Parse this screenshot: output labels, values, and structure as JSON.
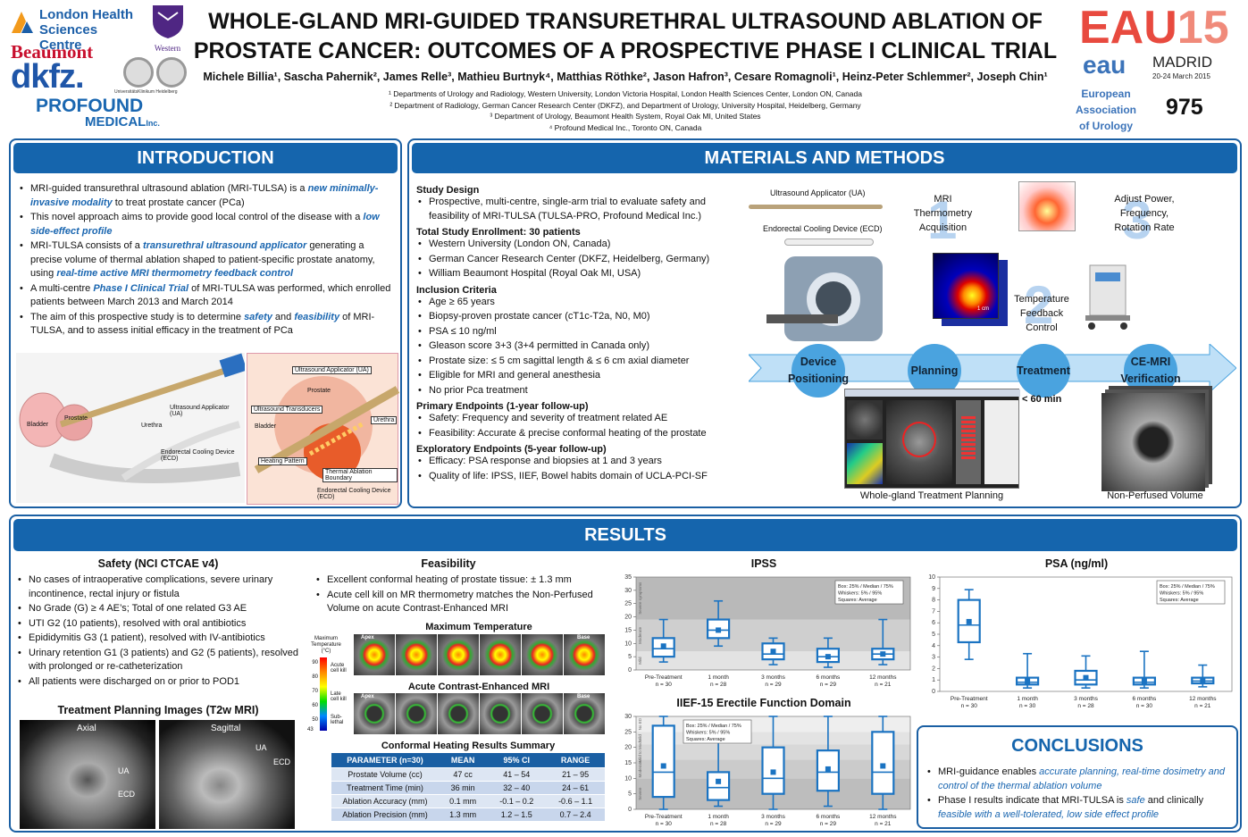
{
  "title": "WHOLE-GLAND MRI-GUIDED TRANSURETHRAL ULTRASOUND ABLATION OF PROSTATE CANCER: OUTCOMES OF A PROSPECTIVE PHASE I CLINICAL TRIAL",
  "authors": "Michele Billia¹, Sascha Pahernik², James Relle³, Mathieu Burtnyk⁴, Matthias Röthke², Jason Hafron³, Cesare Romagnoli¹, Heinz-Peter Schlemmer², Joseph Chin¹",
  "affiliations": [
    "¹ Departments of Urology and Radiology, Western University, London Victoria Hospital, London Health Sciences Center, London ON, Canada",
    "² Department of Radiology, German Cancer Research Center (DKFZ), and Department of Urology, University Hospital, Heidelberg, Germany",
    "³ Department of Urology, Beaumont Health System, Royal Oak MI, United States",
    "⁴ Profound Medical Inc., Toronto ON, Canada"
  ],
  "logos": {
    "lhsc1": "London Health",
    "lhsc2": "Sciences Centre",
    "western": "Western",
    "beaumont": "Beaumont",
    "dkfz": "dkfz.",
    "heidelberg": "UniversitätsKlinikum Heidelberg",
    "profound1": "PROFOUND",
    "profound2": "MEDICAL",
    "profound3": "Inc.",
    "eau_a": "EAU",
    "eau_b": "15",
    "madrid": "MADRID",
    "dates": "20-24 March 2015",
    "eau_small": "eau",
    "eau_org": [
      "European",
      "Association",
      "of Urology"
    ],
    "poster_no": "975"
  },
  "intro": {
    "heading": "INTRODUCTION",
    "b1a": "MRI-guided transurethral ultrasound ablation (MRI-TULSA) is a ",
    "b1b": "new minimally-invasive modality",
    "b1c": " to treat prostate cancer (PCa)",
    "b2a": "This novel approach aims to provide good local control of the disease with a ",
    "b2b": "low side-effect profile",
    "b3a": "MRI-TULSA consists of a ",
    "b3b": "transurethral ultrasound applicator",
    "b3c": " generating a precise volume of thermal ablation shaped to patient-specific prostate anatomy, using ",
    "b3d": "real-time active MRI thermometry feedback control",
    "b4a": "A multi-centre ",
    "b4b": "Phase I Clinical Trial",
    "b4c": " of MRI-TULSA was performed, which enrolled patients between March 2013 and March 2014",
    "b5a": "The aim of this prospective study is to determine ",
    "b5b": "safety",
    "b5c": " and ",
    "b5d": "feasibility",
    "b5e": " of MRI-TULSA, and to assess initial efficacy in the treatment of PCa",
    "fig_labels": {
      "bladder": "Bladder",
      "prostate": "Prostate",
      "urethra": "Urethra",
      "ua": "Ultrasound Applicator (UA)",
      "ecd": "Endorectal Cooling Device (ECD)",
      "ua2": "Ultrasound Applicator (UA)",
      "prostate2": "Prostate",
      "transducers": "Ultrasound Transducers",
      "bladder2": "Bladder",
      "urethra2": "Urethra",
      "heating": "Heating Pattern",
      "boundary": "Thermal Ablation Boundary",
      "ecd2": "Endorectal Cooling Device (ECD)"
    }
  },
  "methods": {
    "heading": "MATERIALS AND METHODS",
    "design_h": "Study Design",
    "design": [
      "Prospective, multi-centre, single-arm trial to evaluate safety and feasibility of MRI-TULSA (TULSA-PRO, Profound Medical Inc.)"
    ],
    "enroll_h": "Total Study Enrollment: 30 patients",
    "enroll": [
      "Western University (London ON, Canada)",
      "German Cancer Research Center (DKFZ, Heidelberg, Germany)",
      "William Beaumont Hospital (Royal Oak MI, USA)"
    ],
    "incl_h": "Inclusion Criteria",
    "incl": [
      "Age ≥ 65 years",
      "Biopsy-proven prostate cancer (cT1c-T2a, N0, M0)",
      "PSA ≤ 10 ng/ml",
      "Gleason score 3+3 (3+4 permitted in Canada only)",
      "Prostate size: ≤ 5 cm sagittal length & ≤ 6 cm axial diameter",
      "Eligible for MRI and general anesthesia",
      "No prior Pca treatment"
    ],
    "prim_h": "Primary Endpoints (1-year follow-up)",
    "prim": [
      "Safety: Frequency and severity of treatment related AE",
      "Feasibility: Accurate & precise conformal heating of the prostate"
    ],
    "expl_h": "Exploratory Endpoints (5-year follow-up)",
    "expl": [
      "Efficacy: PSA response and biopsies at 1 and 3 years",
      "Quality of life: IPSS, IIEF, Bowel habits domain of UCLA-PCI-SF"
    ],
    "ua_label": "Ultrasound Applicator (UA)",
    "ecd_label": "Endorectal Cooling Device (ECD)",
    "loop1": "MRI Thermometry Acquisition",
    "loop2": "Temperature Feedback Control",
    "loop3": "Adjust Power, Frequency, Rotation Rate",
    "n1": "1",
    "n2": "2",
    "n3": "3",
    "scale": "1 cm",
    "steps": [
      "Device Positioning",
      "Planning",
      "Treatment",
      "CE-MRI Verification"
    ],
    "time": "< 60 min",
    "cap1": "Whole-gland Treatment Planning",
    "cap2": "Non-Perfused Volume"
  },
  "results": {
    "heading": "RESULTS",
    "safety_h": "Safety (NCI CTCAE v4)",
    "safety": [
      "No cases of intraoperative complications, severe urinary incontinence, rectal injury or fistula",
      "No Grade (G) ≥ 4 AE’s; Total of one related G3 AE",
      "UTI G2 (10 patients), resolved with oral antibiotics",
      "Epididymitis G3 (1 patient), resolved with IV-antibiotics",
      "Urinary retention G1 (3 patients) and G2 (5 patients), resolved with prolonged or re-catheterization",
      "All patients were discharged on or prior to POD1"
    ],
    "planning_h": "Treatment Planning Images (T2w MRI)",
    "axial": "Axial",
    "sagittal": "Sagittal",
    "ua": "UA",
    "ecd": "ECD",
    "feas_h": "Feasibility",
    "feas": [
      "Excellent conformal heating of prostate tissue: ± 1.3 mm",
      "Acute cell kill on MR thermometry matches the Non-Perfused Volume on acute Contrast-Enhanced MRI"
    ],
    "maxtemp_h": "Maximum Temperature",
    "ce_h": "Acute Contrast-Enhanced MRI",
    "apex": "Apex",
    "base": "Base",
    "cbar_t": "Maximum Temperature (°C)",
    "cbar_ticks": [
      "90",
      "80",
      "70",
      "60",
      "50",
      "43"
    ],
    "cbar_l": [
      "Acute cell kill",
      "Late cell kill",
      "Sub-lethal"
    ],
    "table_h": "Conformal Heating Results Summary",
    "table_cols": [
      "PARAMETER (n=30)",
      "MEAN",
      "95% CI",
      "RANGE"
    ],
    "table_rows": [
      [
        "Prostate Volume (cc)",
        "47 cc",
        "41 – 54",
        "21 – 95"
      ],
      [
        "Treatment Time (min)",
        "36 min",
        "32 – 40",
        "24 – 61"
      ],
      [
        "Ablation Accuracy (mm)",
        "0.1 mm",
        "-0.1 – 0.2",
        "-0.6 – 1.1"
      ],
      [
        "Ablation Precision (mm)",
        "1.3 mm",
        "1.2 – 1.5",
        "0.7 – 2.4"
      ]
    ]
  },
  "conclusions": {
    "heading": "CONCLUSIONS",
    "c1a": "MRI-guidance enables ",
    "c1b": "accurate planning, real-time dosimetry and control of the thermal ablation volume",
    "c2a": "Phase I results indicate that MRI-TULSA is ",
    "c2b": "safe",
    "c2c": " and clinically ",
    "c2d": "feasible with a well-tolerated, low side effect profile"
  },
  "chart_data": [
    {
      "type": "box",
      "title": "IPSS",
      "categories": [
        "Pre-Treatment",
        "1 month",
        "3 months",
        "6 months",
        "12 months"
      ],
      "n": [
        "n = 30",
        "n = 28",
        "n = 29",
        "n = 29",
        "n = 21"
      ],
      "ylim": [
        0,
        35
      ],
      "yticks": [
        0,
        5,
        10,
        15,
        20,
        25,
        30,
        35
      ],
      "legend": [
        "Box: 25% / Median / 75%",
        "Whiskers: 5% / 95%",
        "Squares: Average"
      ],
      "bands": [
        "Mild",
        "Moderate",
        "Severe symptoms"
      ],
      "whisker_low": [
        3,
        9,
        2,
        1,
        2
      ],
      "q1": [
        5,
        12,
        4,
        3,
        4
      ],
      "median": [
        8,
        15,
        6,
        5,
        6
      ],
      "q3": [
        12,
        19,
        10,
        8,
        8
      ],
      "whisker_high": [
        19,
        26,
        12,
        12,
        19
      ],
      "mean": [
        9,
        15,
        7,
        5,
        6
      ]
    },
    {
      "type": "box",
      "title": "PSA (ng/ml)",
      "categories": [
        "Pre-Treatment",
        "1 month",
        "3 months",
        "6 months",
        "12 months"
      ],
      "n": [
        "n = 30",
        "n = 30",
        "n = 28",
        "n = 30",
        "n = 21"
      ],
      "ylim": [
        0,
        10
      ],
      "yticks": [
        0,
        1,
        2,
        3,
        4,
        5,
        6,
        7,
        8,
        9,
        10
      ],
      "legend": [
        "Box: 25% / Median / 75%",
        "Whiskers: 5% / 95%",
        "Squares: Average"
      ],
      "whisker_low": [
        2.8,
        0.3,
        0.3,
        0.3,
        0.4
      ],
      "q1": [
        4.3,
        0.6,
        0.6,
        0.6,
        0.7
      ],
      "median": [
        5.8,
        0.8,
        1.0,
        0.8,
        0.9
      ],
      "q3": [
        8.0,
        1.2,
        1.8,
        1.2,
        1.2
      ],
      "whisker_high": [
        8.9,
        3.3,
        3.1,
        3.5,
        2.3
      ],
      "mean": [
        6.1,
        0.9,
        1.2,
        0.9,
        0.9
      ]
    },
    {
      "type": "box",
      "title": "IIEF-15 Erectile Function Domain",
      "categories": [
        "Pre-Treatment",
        "1 month",
        "3 months",
        "6 months",
        "12 months"
      ],
      "n": [
        "n = 30",
        "n = 28",
        "n = 29",
        "n = 29",
        "n = 21"
      ],
      "ylim": [
        0,
        30
      ],
      "yticks": [
        0,
        5,
        10,
        15,
        20,
        25,
        30
      ],
      "legend": [
        "Box: 25% / Median / 75%",
        "Whiskers: 5% / 95%",
        "Squares: Average"
      ],
      "bands": [
        "Severe",
        "Moderate",
        "Mild to Mod",
        "Mild",
        "No ED"
      ],
      "whisker_low": [
        0,
        1,
        0,
        1,
        0
      ],
      "q1": [
        4,
        3,
        5,
        6,
        5
      ],
      "median": [
        12,
        7,
        10,
        12,
        12
      ],
      "q3": [
        27,
        12,
        20,
        19,
        25
      ],
      "whisker_high": [
        30,
        23,
        30,
        30,
        30
      ],
      "mean": [
        14,
        9,
        12,
        13,
        14
      ]
    }
  ]
}
